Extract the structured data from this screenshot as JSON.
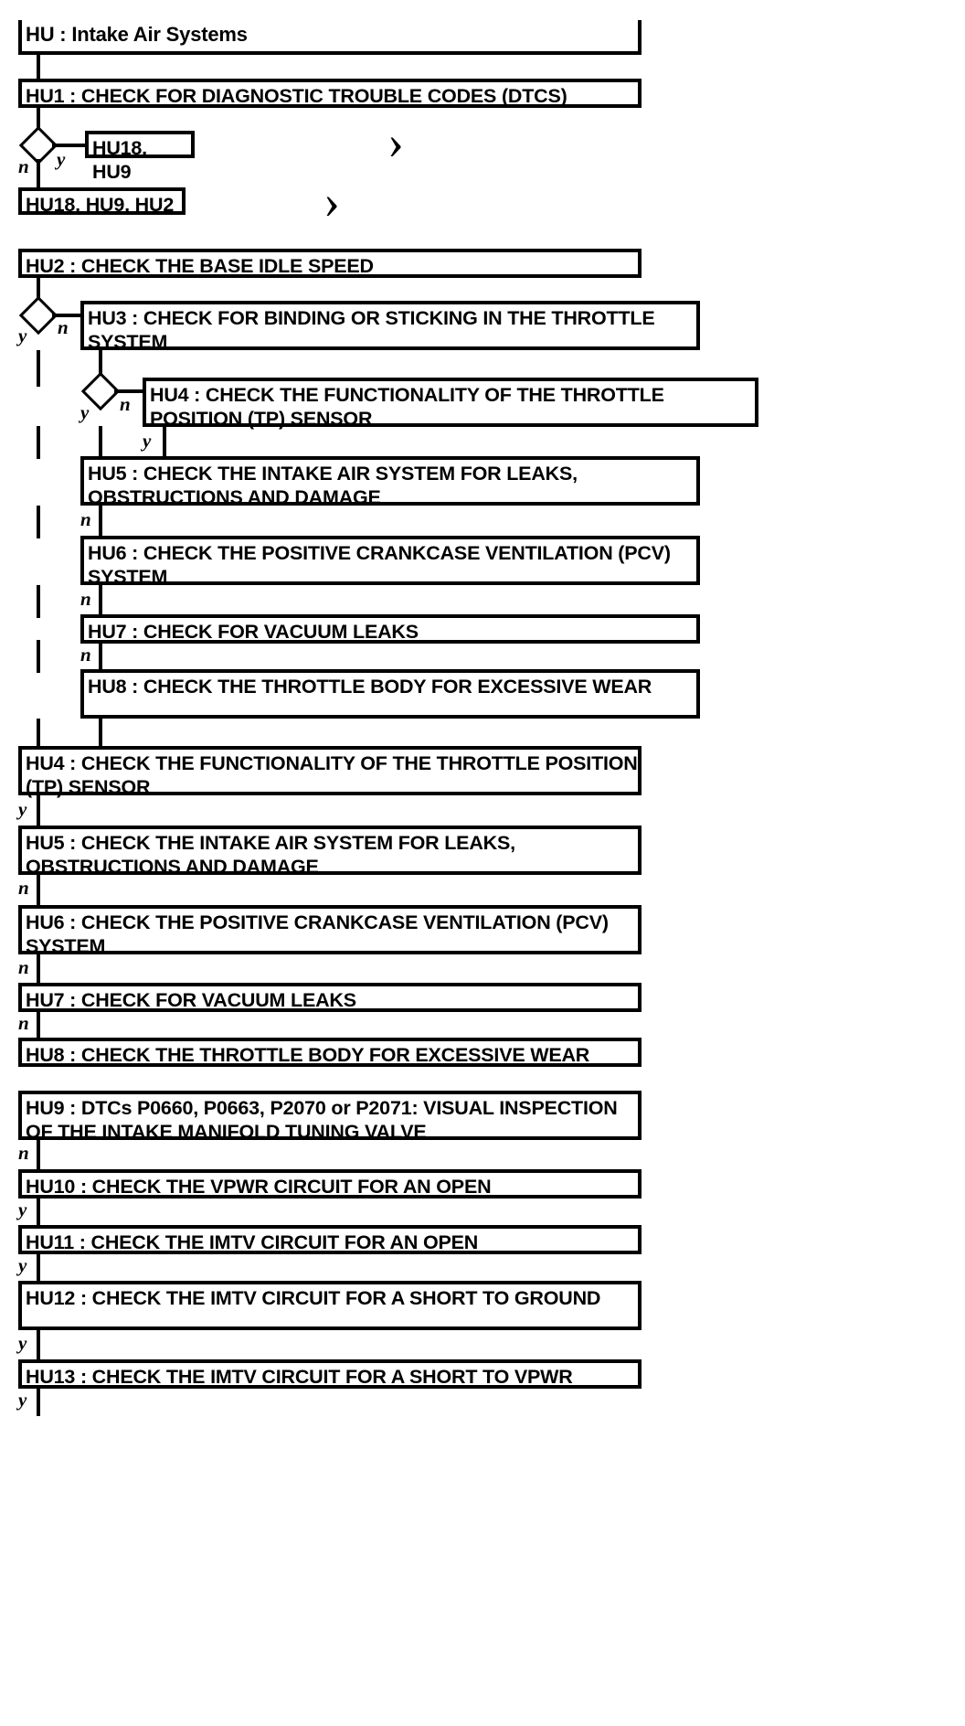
{
  "diagram": {
    "title": "HU : Intake Air Systems",
    "type": "flowchart",
    "nodes": {
      "hu_root": "HU : Intake Air Systems",
      "hu1": "HU1 : CHECK FOR DIAGNOSTIC TROUBLE CODES (DTCS)",
      "ref_a": "HU18, HU9",
      "ref_b": "HU18, HU9, HU2",
      "hu2": "HU2 : CHECK THE BASE IDLE SPEED",
      "hu3_branch": "HU3 : CHECK FOR BINDING OR STICKING IN THE THROTTLE SYSTEM",
      "hu4_branch": "HU4 : CHECK THE FUNCTIONALITY OF THE THROTTLE POSITION (TP) SENSOR",
      "hu5_branch": "HU5 : CHECK THE INTAKE AIR SYSTEM FOR LEAKS, OBSTRUCTIONS AND DAMAGE",
      "hu6_branch": "HU6 : CHECK THE POSITIVE CRANKCASE VENTILATION (PCV) SYSTEM",
      "hu7_branch": "HU7 : CHECK FOR VACUUM LEAKS",
      "hu8_branch": "HU8 : CHECK THE THROTTLE BODY FOR EXCESSIVE WEAR",
      "hu4_main": "HU4 : CHECK THE FUNCTIONALITY OF THE THROTTLE POSITION (TP) SENSOR",
      "hu5_main": "HU5 : CHECK THE INTAKE AIR SYSTEM FOR LEAKS, OBSTRUCTIONS AND DAMAGE",
      "hu6_main": "HU6 : CHECK THE POSITIVE CRANKCASE VENTILATION (PCV) SYSTEM",
      "hu7_main": "HU7 : CHECK FOR VACUUM LEAKS",
      "hu8_main": "HU8 : CHECK THE THROTTLE BODY FOR EXCESSIVE WEAR",
      "hu9": "HU9 : DTCs P0660, P0663, P2070 or P2071: VISUAL INSPECTION OF THE INTAKE MANIFOLD TUNING VALVE",
      "hu10": "HU10 : CHECK THE VPWR CIRCUIT FOR AN OPEN",
      "hu11": "HU11 : CHECK THE IMTV CIRCUIT FOR AN OPEN",
      "hu12": "HU12 : CHECK THE IMTV CIRCUIT FOR A SHORT TO GROUND",
      "hu13": "HU13 : CHECK THE IMTV CIRCUIT FOR A SHORT TO VPWR"
    },
    "edge_labels": {
      "d1_n": "n",
      "d1_y": "y",
      "d2_y": "y",
      "d2_n": "n",
      "d3_y": "y",
      "d3_n": "n",
      "b_hu4_y": "y",
      "b_hu5_n": "n",
      "b_hu6_n": "n",
      "b_hu7_n": "n",
      "m_hu4_y": "y",
      "m_hu5_n": "n",
      "m_hu6_n": "n",
      "m_hu7_n": "n",
      "m_hu9_n": "n",
      "m_hu10_y": "y",
      "m_hu11_y": "y",
      "m_hu12_y": "y",
      "m_hu13_y": "y"
    },
    "markers": {
      "chevron_1": "›",
      "chevron_2": "›"
    },
    "colors": {
      "stroke": "#000000",
      "fill": "#ffffff",
      "text": "#000000"
    }
  }
}
